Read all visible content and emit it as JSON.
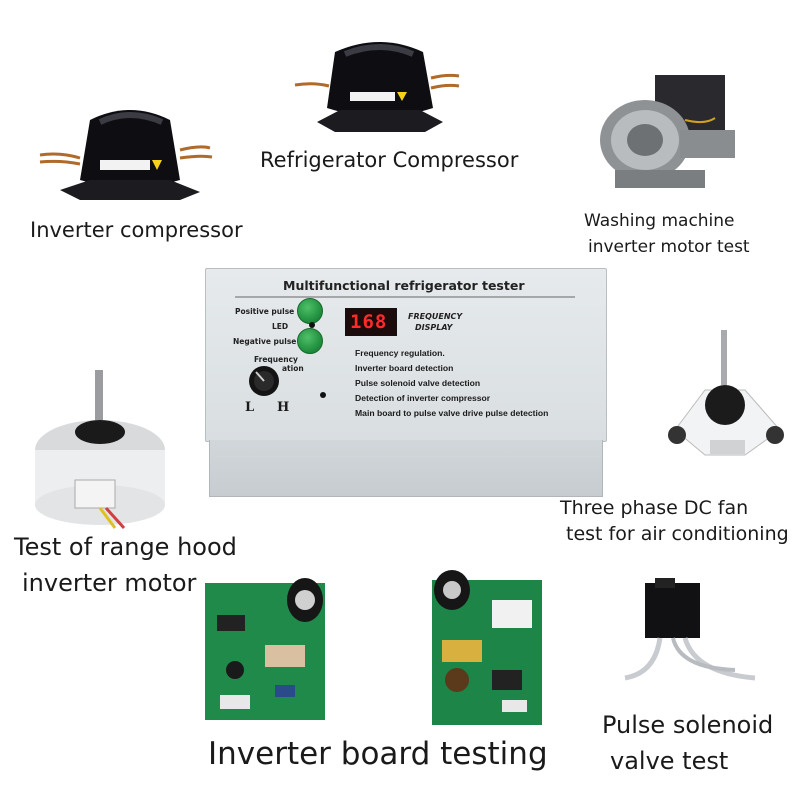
{
  "labels": {
    "inverter_compressor": "Inverter compressor",
    "refrigerator_compressor": "Refrigerator Compressor",
    "washing_line1": "Washing machine",
    "washing_line2": "inverter motor test",
    "dcfan_line1": "Three phase DC fan",
    "dcfan_line2": "test for air conditioning",
    "rangehood_line1": "Test of range hood",
    "rangehood_line2": "inverter motor",
    "board_testing": "Inverter board testing",
    "solenoid_line1": "Pulse solenoid",
    "solenoid_line2": "valve test"
  },
  "tester": {
    "title": "Multifunctional refrigerator tester",
    "positive_pulse": "Positive pulse",
    "led": "LED",
    "negative_pulse": "Negative pulse",
    "display_value": "168",
    "frequency_line1": "FREQUENCY",
    "frequency_line2": "DISPLAY",
    "knob_label_line1": "Frequency",
    "knob_label_line2": "ation",
    "knob_low": "L",
    "knob_high": "H",
    "features": [
      "Frequency regulation.",
      "Inverter board detection",
      "Pulse solenoid valve detection",
      "Detection of inverter compressor",
      "Main board to pulse valve drive pulse detection"
    ]
  },
  "colors": {
    "compressor_body": "#101014",
    "pcb_green": "#1f8a4a",
    "tester_face": "#e2e6e8",
    "led_red": "#ff2a2a",
    "button_green": "#2ea84c"
  }
}
